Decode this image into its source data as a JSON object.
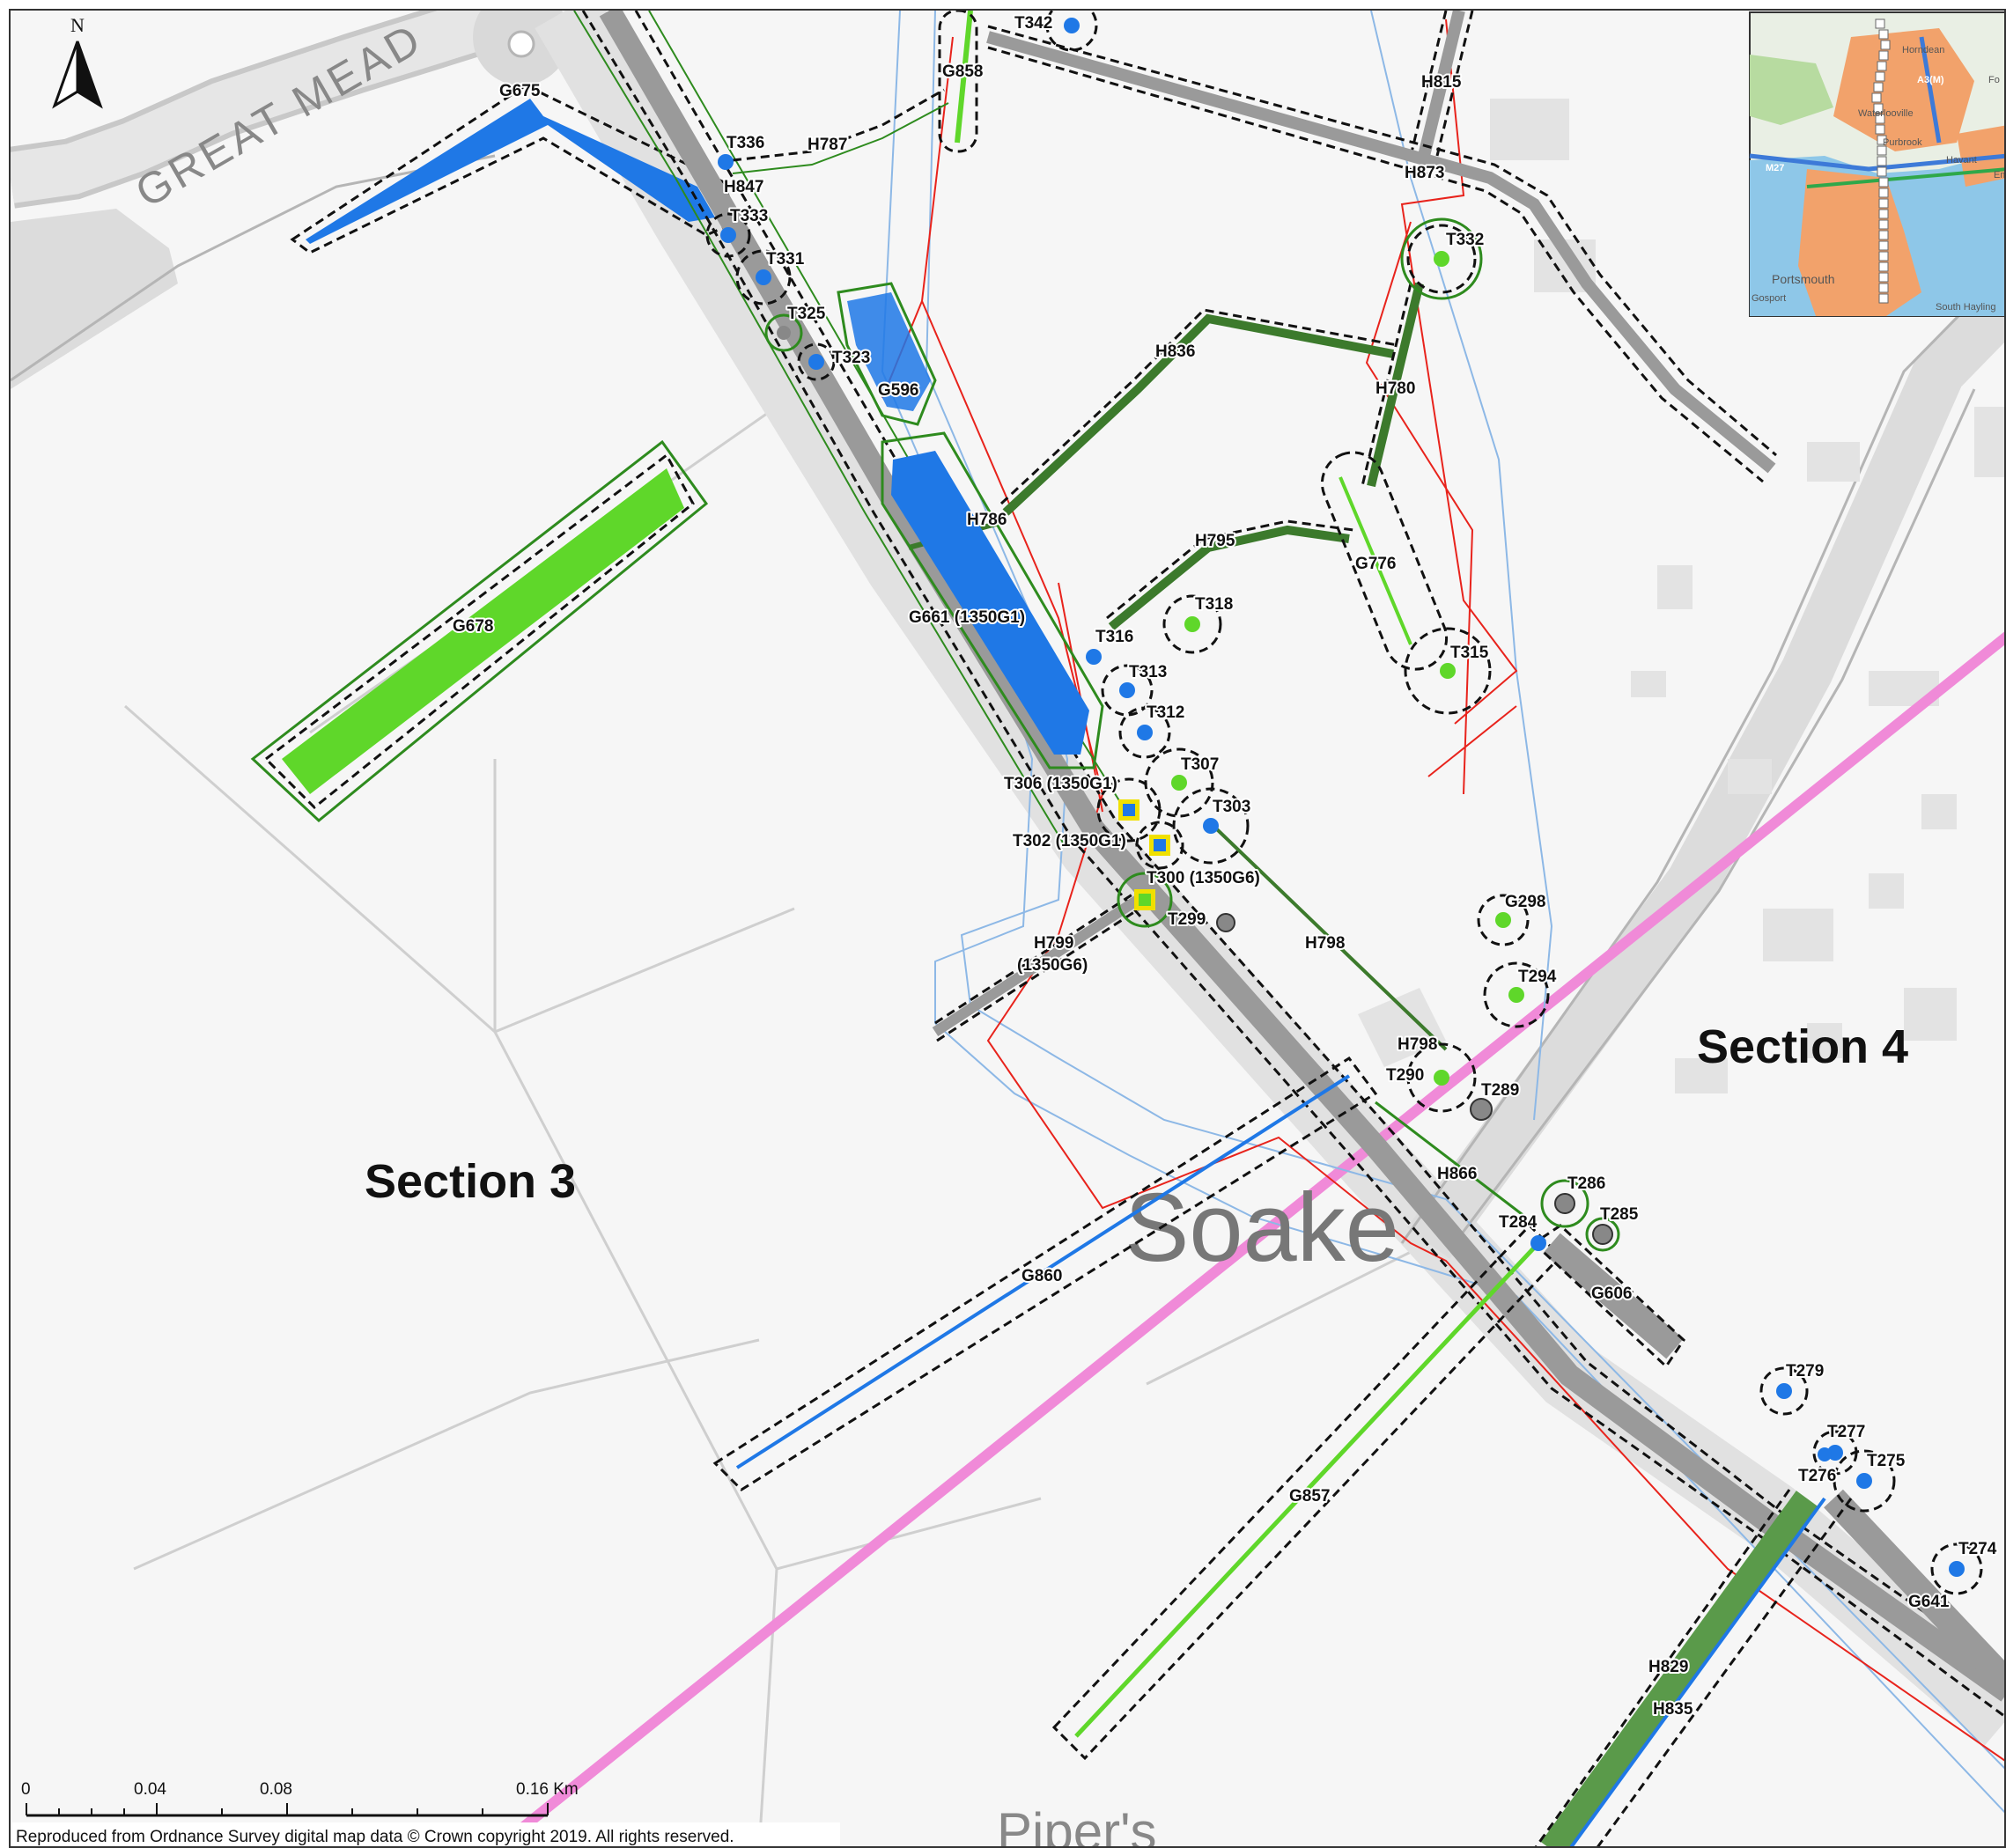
{
  "map": {
    "north_label": "N",
    "section_labels": [
      "Section 3",
      "Section 4"
    ],
    "place_labels": [
      "Soake",
      "Piper's"
    ],
    "road_label": "GREAT MEAD",
    "colors": {
      "removed_tree": "#1f78e6",
      "retained_tree": "#5fd72a",
      "unsurveyed": "#9a9a9a",
      "buffer": "#2e8b1e",
      "red_line": "#e8231c",
      "pipeline": "#f08ad8",
      "notional_marker": "#f0e000"
    },
    "features": {
      "t342": "T342",
      "g858": "G858",
      "h815": "H815",
      "g675": "G675",
      "t336": "T336",
      "h787": "H787",
      "h847": "H847",
      "h873": "H873",
      "t333": "T333",
      "t331": "T331",
      "t332": "T332",
      "t325": "T325",
      "t323": "T323",
      "h836": "H836",
      "g596": "G596",
      "h780": "H780",
      "g678": "G678",
      "h786": "H786",
      "h795": "H795",
      "g776": "G776",
      "t318": "T318",
      "g661": "G661 (1350G1)",
      "t316": "T316",
      "t315": "T315",
      "t313": "T313",
      "t312": "T312",
      "t307": "T307",
      "t306": "T306 (1350G1)",
      "t303": "T303",
      "t302": "T302 (1350G1)",
      "t300": "T300 (1350G6)",
      "t299": "T299",
      "g298": "G298",
      "h799a": "H799",
      "h799b": "(1350G6)",
      "h798a": "H798",
      "t294": "T294",
      "h798b": "H798",
      "t290": "T290",
      "t289": "T289",
      "h866": "H866",
      "t286": "T286",
      "t285": "T285",
      "t284": "T284",
      "g860": "G860",
      "g606": "G606",
      "t279": "T279",
      "t277": "T277",
      "t275": "T275",
      "t276": "T276",
      "t274": "T274",
      "g641": "G641",
      "g857": "G857",
      "h829": "H829",
      "h835": "H835"
    },
    "scale_bar": {
      "ticks": [
        "0",
        "0.04",
        "0.08",
        "0.16 Km"
      ]
    },
    "copyright": "Reproduced from Ordnance Survey digital map data © Crown copyright 2019. All rights reserved.",
    "inset": {
      "labels": [
        "Horndean",
        "A3(M)",
        "Waterlooville",
        "Purbrook",
        "M27",
        "Havant",
        "Portsmouth",
        "Gosport",
        "South Hayling",
        "Fo",
        "Em"
      ]
    }
  }
}
